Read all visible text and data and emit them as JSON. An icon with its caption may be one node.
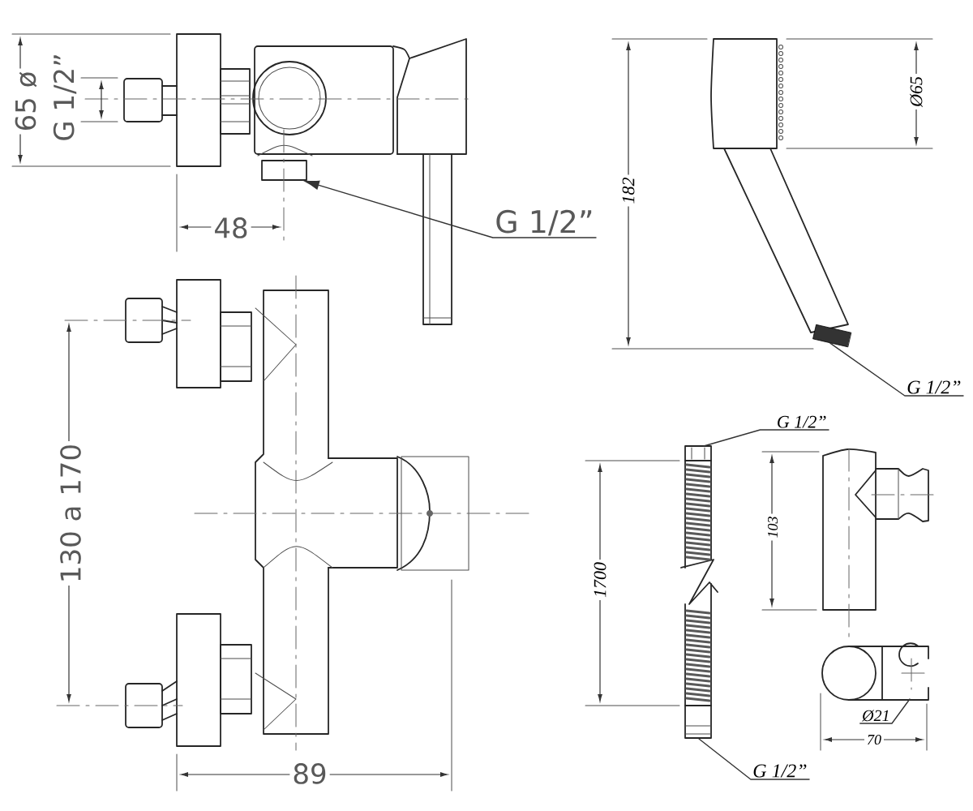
{
  "diagram": {
    "nodes": [
      {
        "text": [
          "G 1/2”"
        ]
      },
      {
        "text": [
          "G 1/2”"
        ]
      },
      {
        "text": [
          "G 1/2”"
        ]
      },
      {
        "text": [
          "G 1/2”"
        ]
      },
      {
        "text": [
          "Ø21"
        ]
      },
      {
        "text": [],
        "shape": "box"
      }
    ],
    "edges": [
      {
        "from": 0,
        "to": null,
        "arrow": "to"
      },
      {
        "from": 1,
        "to": 5,
        "arrow": "none"
      },
      {
        "from": 2,
        "to": null,
        "arrow": "none"
      },
      {
        "from": 3,
        "to": null,
        "arrow": "none"
      },
      {
        "from": 4,
        "to": null,
        "arrow": "none"
      }
    ],
    "labels": [
      "65 ø",
      "G 1/2”",
      "48",
      "130 a 170",
      "89",
      "182",
      "Ø65",
      "1700",
      "103",
      "70"
    ]
  }
}
